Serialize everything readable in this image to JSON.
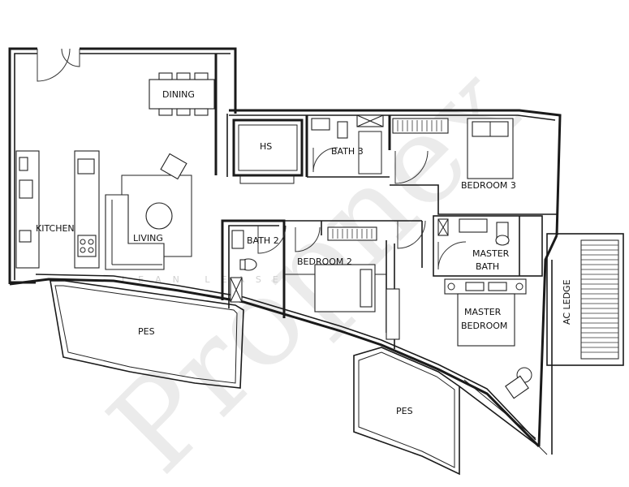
{
  "rooms": {
    "dining": "DINING",
    "hs": "HS",
    "bath3": "BATH 3",
    "bedroom3": "BEDROOM 3",
    "kitchen": "KITCHEN",
    "living": "LIVING",
    "bath2": "BATH 2",
    "bedroom2": "BEDROOM 2",
    "master_bath_1": "MASTER",
    "master_bath_2": "BATH",
    "master_bed_1": "MASTER",
    "master_bed_2": "BEDROOM",
    "ac_ledge": "AC LEDGE",
    "pes_left": "PES",
    "pes_right": "PES"
  },
  "watermark": {
    "main": "Propnex",
    "faint": "LEAN LEASE"
  }
}
